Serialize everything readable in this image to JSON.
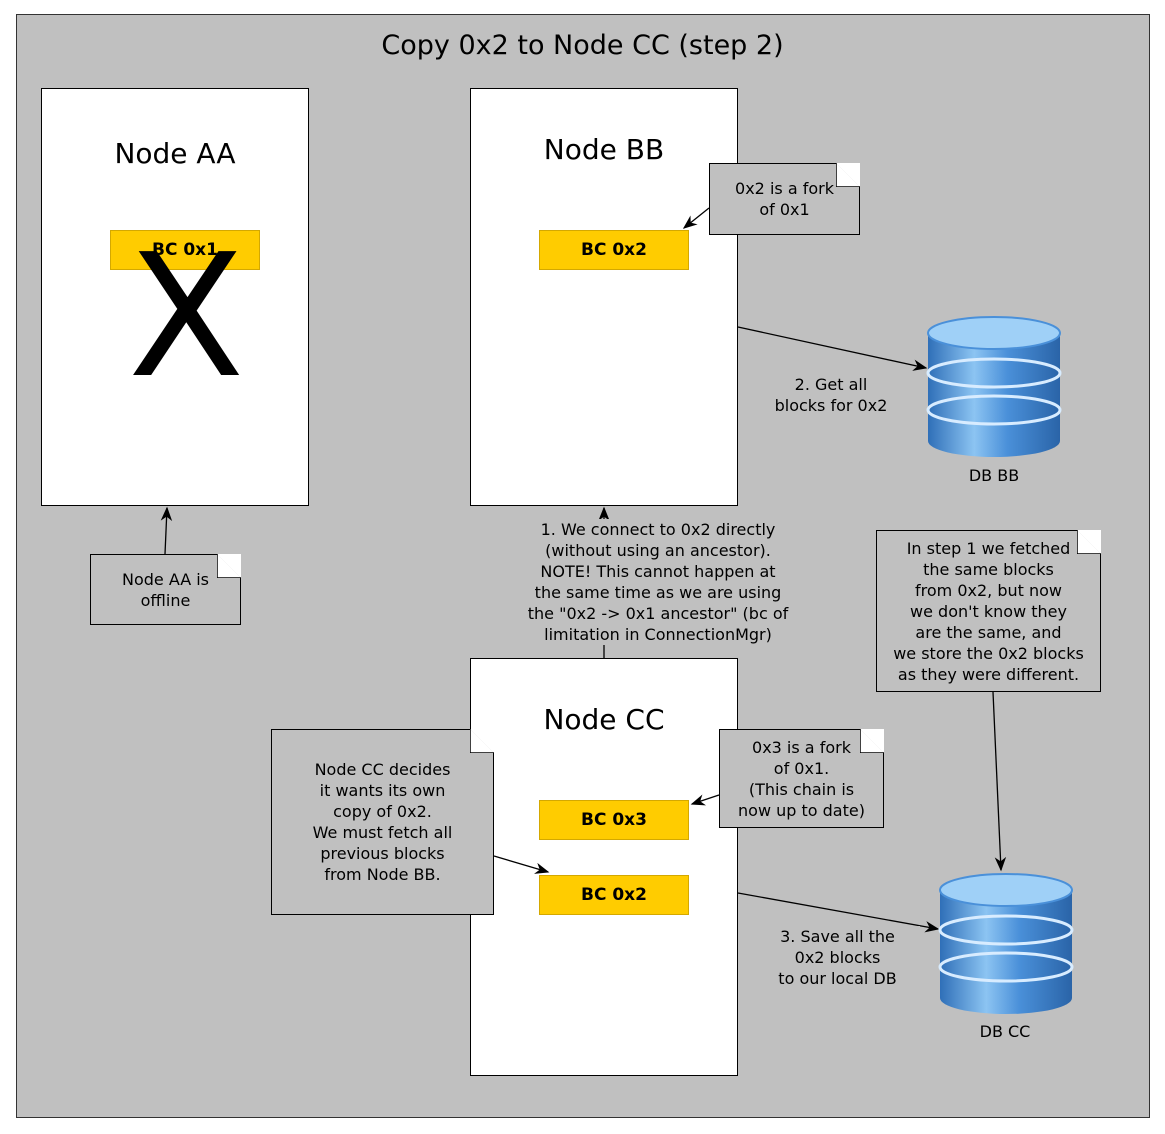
{
  "title": "Copy 0x2 to Node CC (step 2)",
  "nodes": {
    "aa": {
      "title": "Node AA",
      "chain": "BC 0x1",
      "offline_mark": "X"
    },
    "bb": {
      "title": "Node BB",
      "chain": "BC 0x2"
    },
    "cc": {
      "title": "Node CC",
      "chain_top": "BC 0x3",
      "chain_bottom": "BC 0x2"
    }
  },
  "notes": {
    "aa_offline": [
      "Node AA is",
      "offline"
    ],
    "bb_fork": [
      "0x2 is a fork",
      "of 0x1"
    ],
    "cc_fork": [
      "0x3 is a fork",
      "of 0x1.",
      "(This chain is",
      "now up to date)"
    ],
    "cc_decides": [
      "Node CC decides",
      "it wants its own",
      "copy of 0x2.",
      "We must fetch all",
      "previous blocks",
      "from Node BB."
    ],
    "step1": [
      "In step 1 we fetched",
      "the same blocks",
      "from 0x2, but now",
      "we don't know they",
      "are the same, and",
      "we store the 0x2 blocks",
      "as they were different."
    ]
  },
  "edge_labels": {
    "connect": [
      "1. We connect to 0x2 directly",
      "(without using an ancestor).",
      "NOTE! This cannot happen at",
      "the same time as we are using",
      "the \"0x2 -> 0x1 ancestor\" (bc of",
      "limitation in ConnectionMgr)"
    ],
    "get_blocks": [
      "2. Get all",
      "blocks for 0x2"
    ],
    "save_blocks": [
      "3. Save all the",
      "0x2 blocks",
      "to our local DB"
    ]
  },
  "databases": {
    "bb": "DB BB",
    "cc": "DB CC"
  },
  "colors": {
    "chain": "#ffcc00",
    "background": "#c0c0c0",
    "db": "#4a90d9"
  }
}
